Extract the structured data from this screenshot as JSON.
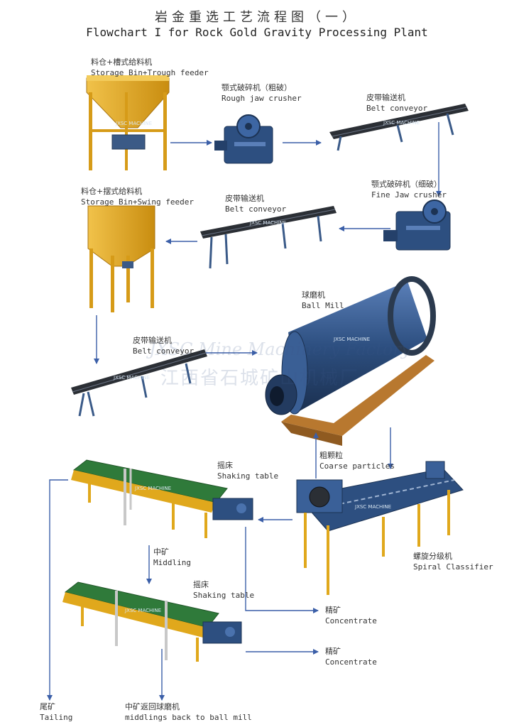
{
  "title": {
    "cn": "岩金重选工艺流程图（一）",
    "en": "Flowchart I for Rock Gold Gravity Processing Plant"
  },
  "labels": {
    "storage_trough": {
      "cn": "料仓+槽式给料机",
      "en": "Storage Bin+Trough feeder"
    },
    "rough_jaw": {
      "cn": "颚式破碎机（粗破）",
      "en": "Rough jaw crusher"
    },
    "belt1": {
      "cn": "皮带输送机",
      "en": "Belt conveyor"
    },
    "fine_jaw": {
      "cn": "颚式破碎机（细破）",
      "en": "Fine Jaw crusher"
    },
    "belt2": {
      "cn": "皮带输送机",
      "en": "Belt conveyor"
    },
    "storage_swing": {
      "cn": "料仓+摆式给料机",
      "en": "Storage Bin+Swing feeder"
    },
    "ball_mill": {
      "cn": "球磨机",
      "en": "Ball Mill"
    },
    "belt3": {
      "cn": "皮带输送机",
      "en": "Belt conveyor"
    },
    "coarse": {
      "cn": "粗颗粒",
      "en": "Coarse particles"
    },
    "shaking1": {
      "cn": "摇床",
      "en": "Shaking table"
    },
    "spiral": {
      "cn": "螺旋分级机",
      "en": "Spiral Classifier"
    },
    "middling": {
      "cn": "中矿",
      "en": "Middling"
    },
    "shaking2": {
      "cn": "摇床",
      "en": "Shaking table"
    },
    "concentrate1": {
      "cn": "精矿",
      "en": "Concentrate"
    },
    "concentrate2": {
      "cn": "精矿",
      "en": "Concentrate"
    },
    "tailing": {
      "cn": "尾矿",
      "en": "Tailing"
    },
    "middlings_back": {
      "cn": "中矿返回球磨机",
      "en": "middlings back to ball mill"
    }
  },
  "watermark": {
    "en": "JXSC Mine Machinery Factory",
    "cn": "江西省石城矿山机械厂",
    "tag": "JXSC MACHINE"
  },
  "colors": {
    "arrow": "#3b5fa8",
    "frame_yellow": "#e0a81c",
    "machine_blue": "#2d4f80",
    "belt_dark": "#2b2f35",
    "table_green": "#2f7a3a",
    "wood": "#b8782f"
  }
}
